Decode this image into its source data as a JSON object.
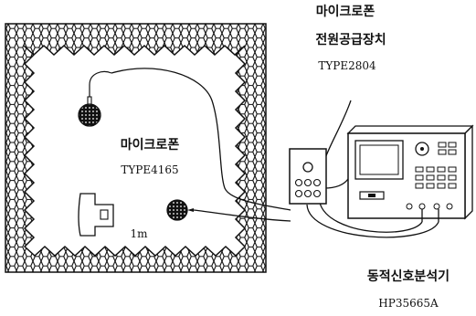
{
  "power_supply": {
    "label_line1": "마이크로폰",
    "label_line2": "전원공급장치",
    "label_line3": "TYPE2804"
  },
  "microphone": {
    "label_line1": "마이크로폰",
    "label_line2": "TYPE4165"
  },
  "distance_label": "1m",
  "analyzer": {
    "label_line1": "동적신호분석기",
    "label_line2": "HP35665A"
  }
}
